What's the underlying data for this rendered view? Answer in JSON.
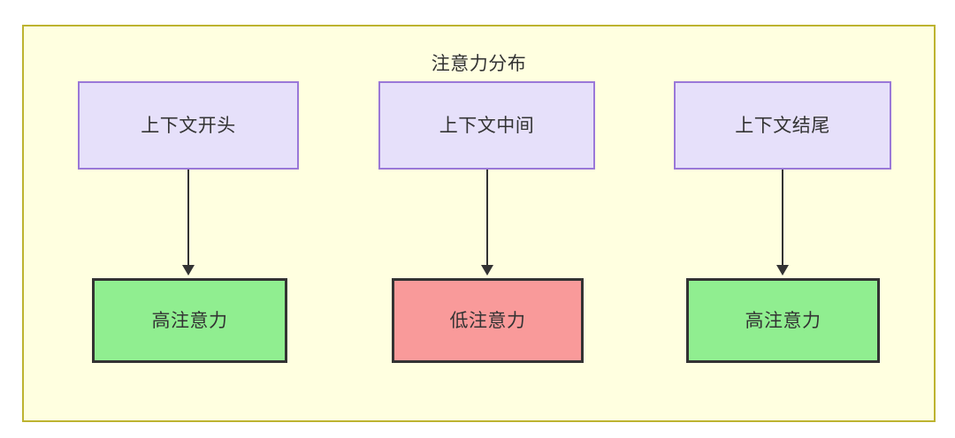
{
  "diagram": {
    "title": "注意力分布",
    "frame": {
      "fill": "#ffffe0",
      "stroke": "#bdb330"
    },
    "nodes": {
      "context": [
        {
          "id": "ctx-start",
          "label": "上下文开头",
          "fill": "#e6e0fa",
          "stroke": "#9a78d8"
        },
        {
          "id": "ctx-middle",
          "label": "上下文中间",
          "fill": "#e6e0fa",
          "stroke": "#9a78d8"
        },
        {
          "id": "ctx-end",
          "label": "上下文结尾",
          "fill": "#e6e0fa",
          "stroke": "#9a78d8"
        }
      ],
      "attention": [
        {
          "id": "attn-start",
          "label": "高注意力",
          "fill": "#90ee90",
          "stroke": "#333333"
        },
        {
          "id": "attn-middle",
          "label": "低注意力",
          "fill": "#f99a9a",
          "stroke": "#333333"
        },
        {
          "id": "attn-end",
          "label": "高注意力",
          "fill": "#90ee90",
          "stroke": "#333333"
        }
      ]
    },
    "edges": [
      {
        "from": "ctx-start",
        "to": "attn-start",
        "label": ""
      },
      {
        "from": "ctx-middle",
        "to": "attn-middle",
        "label": ""
      },
      {
        "from": "ctx-end",
        "to": "attn-end",
        "label": ""
      }
    ]
  }
}
